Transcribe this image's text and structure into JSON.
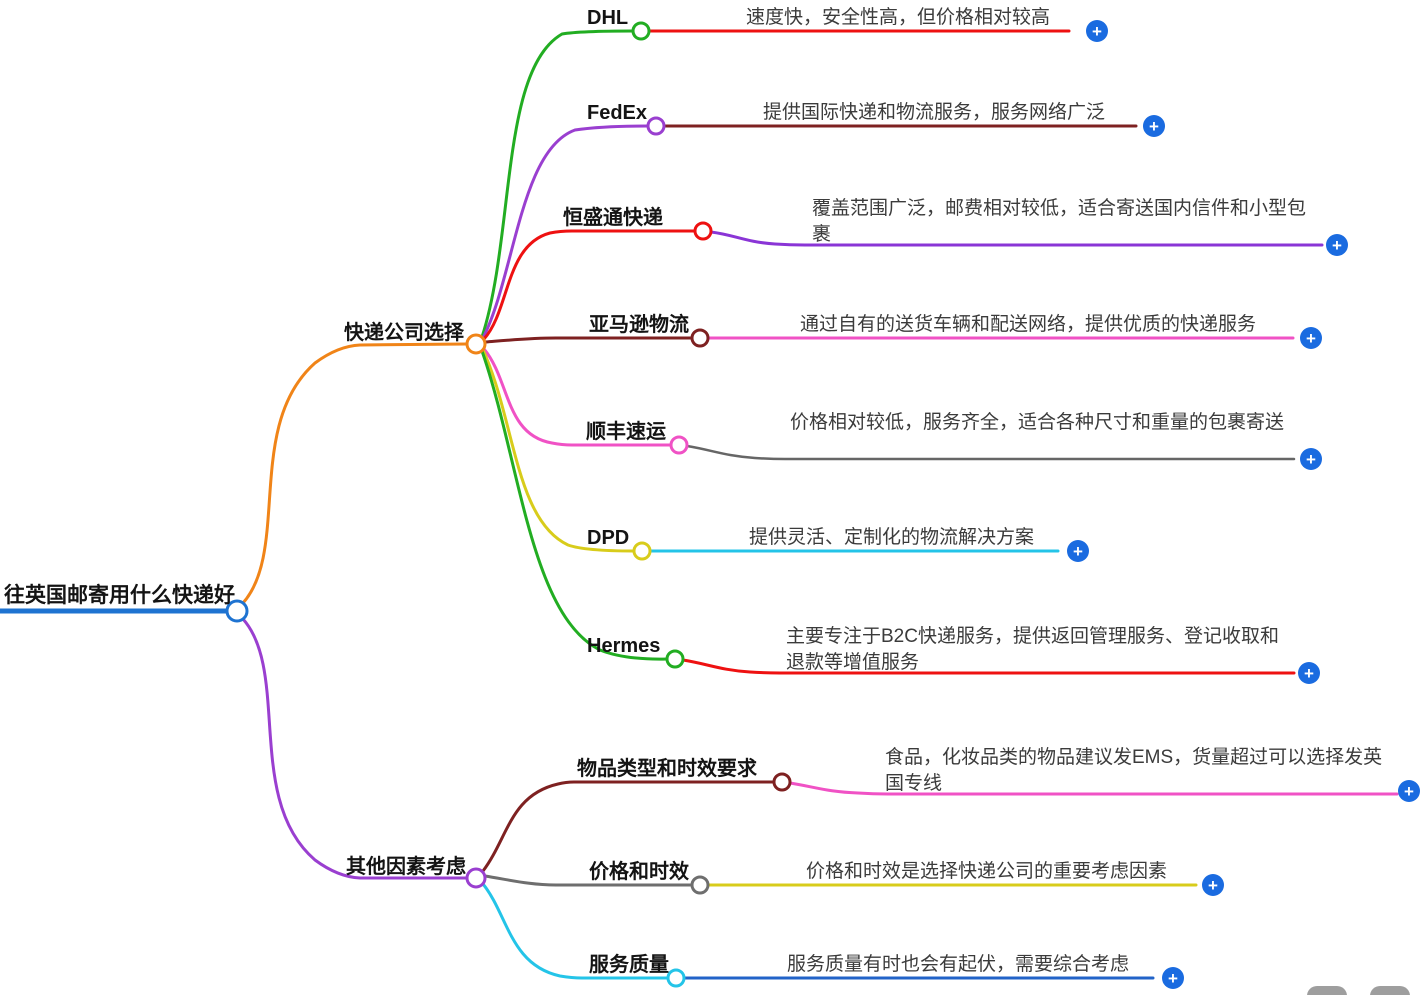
{
  "root": {
    "label": "往英国邮寄用什么快递好",
    "color": "#1e73d1"
  },
  "branches": [
    {
      "label": "快递公司选择",
      "color": "#f08418",
      "children": [
        {
          "label": "DHL",
          "line_color": "#22ad22",
          "desc": "速度快，安全性高，但价格相对较高",
          "desc_color": "#ee1111"
        },
        {
          "label": "FedEx",
          "line_color": "#9a3fd0",
          "desc": "提供国际快递和物流服务，服务网络广泛",
          "desc_color": "#7e2121"
        },
        {
          "label": "恒盛通快递",
          "line_color": "#ee1111",
          "desc": "覆盖范围广泛，邮费相对较低，适合寄送国内信件和小型包裹",
          "desc_color": "#8a35d6"
        },
        {
          "label": "亚马逊物流",
          "line_color": "#7e2121",
          "desc": "通过自有的送货车辆和配送网络，提供优质的快递服务",
          "desc_color": "#f052c5"
        },
        {
          "label": "顺丰速运",
          "line_color": "#f052c5",
          "desc": "价格相对较低，服务齐全，适合各种尺寸和重量的包裹寄送",
          "desc_color": "#666666"
        },
        {
          "label": "DPD",
          "line_color": "#d8cc1b",
          "desc": "提供灵活、定制化的物流解决方案",
          "desc_color": "#24c4e8"
        },
        {
          "label": "Hermes",
          "line_color": "#22ad22",
          "desc": "主要专注于B2C快递服务，提供返回管理服务、登记收取和退款等增值服务",
          "desc_color": "#ee1111"
        }
      ]
    },
    {
      "label": "其他因素考虑",
      "color": "#9a3fd0",
      "children": [
        {
          "label": "物品类型和时效要求",
          "line_color": "#7e2121",
          "desc": "食品，化妆品类的物品建议发EMS，货量超过可以选择发英国专线",
          "desc_color": "#f052c5"
        },
        {
          "label": "价格和时效",
          "line_color": "#6e6e6e",
          "desc": "价格和时效是选择快递公司的重要考虑因素",
          "desc_color": "#d8cc1b"
        },
        {
          "label": "服务质量",
          "line_color": "#24c4e8",
          "desc": "服务质量有时也会有起伏，需要综合考虑",
          "desc_color": "#2263c8"
        }
      ]
    }
  ],
  "expand_button": {
    "symbol": "+",
    "color": "#1a6be0"
  },
  "corner_buttons": {
    "color": "#9e9e9e"
  }
}
